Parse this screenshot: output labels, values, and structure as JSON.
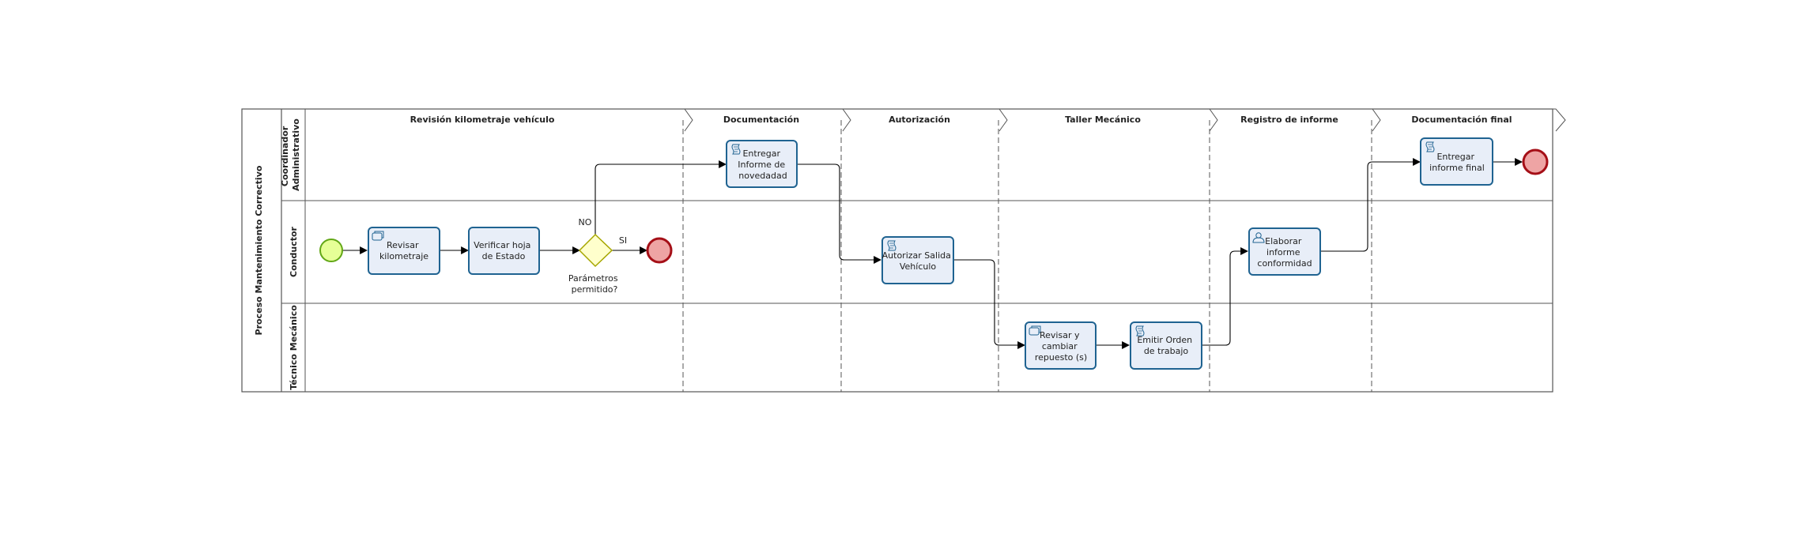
{
  "pool": {
    "title": "Proceso Mantenimiento Correctivo"
  },
  "lanes": [
    {
      "id": "coord",
      "label_lines": [
        "Coordinador",
        "Administrativo"
      ]
    },
    {
      "id": "cond",
      "label_lines": [
        "Conductor"
      ]
    },
    {
      "id": "tec",
      "label_lines": [
        "Técnico Mecánico"
      ]
    }
  ],
  "phases": [
    {
      "id": "p1",
      "label": "Revisión kilometraje vehículo"
    },
    {
      "id": "p2",
      "label": "Documentación"
    },
    {
      "id": "p3",
      "label": "Autorización"
    },
    {
      "id": "p4",
      "label": "Taller Mecánico"
    },
    {
      "id": "p5",
      "label": "Registro de informe"
    },
    {
      "id": "p6",
      "label": "Documentación final"
    }
  ],
  "tasks": [
    {
      "id": "t1",
      "label_lines": [
        "Revisar",
        "kilometraje"
      ],
      "icon": "manual-task-icon"
    },
    {
      "id": "t2",
      "label_lines": [
        "Verificar hoja",
        "de Estado"
      ],
      "icon": ""
    },
    {
      "id": "t3",
      "label_lines": [
        "Entregar",
        "Informe de",
        "novedadad"
      ],
      "icon": "script-task-icon"
    },
    {
      "id": "t4",
      "label_lines": [
        "Autorizar Salida",
        "Vehículo"
      ],
      "icon": "script-task-icon"
    },
    {
      "id": "t5",
      "label_lines": [
        "Revisar y",
        "cambiar",
        "repuesto (s)"
      ],
      "icon": "manual-task-icon"
    },
    {
      "id": "t6",
      "label_lines": [
        "Emitir Orden",
        "de trabajo"
      ],
      "icon": "script-task-icon"
    },
    {
      "id": "t7",
      "label_lines": [
        "Elaborar",
        "informe",
        "conformidad"
      ],
      "icon": "user-task-icon"
    },
    {
      "id": "t8",
      "label_lines": [
        "Entregar",
        "informe final"
      ],
      "icon": "script-task-icon"
    }
  ],
  "gateway": {
    "label_lines": [
      "Parámetros",
      "permitido?"
    ],
    "yes_label": "SI",
    "no_label": "NO"
  },
  "colors": {
    "task_fill": "#e8eef8",
    "task_stroke": "#1f6391",
    "start_fill": "#e6ff97",
    "start_stroke": "#62a716",
    "end_fill": "#eea4a4",
    "end_stroke": "#a50f17",
    "gateway_fill": "#ffffcc",
    "gateway_stroke": "#a6a600",
    "line": "#555555",
    "flow": "#000000"
  }
}
